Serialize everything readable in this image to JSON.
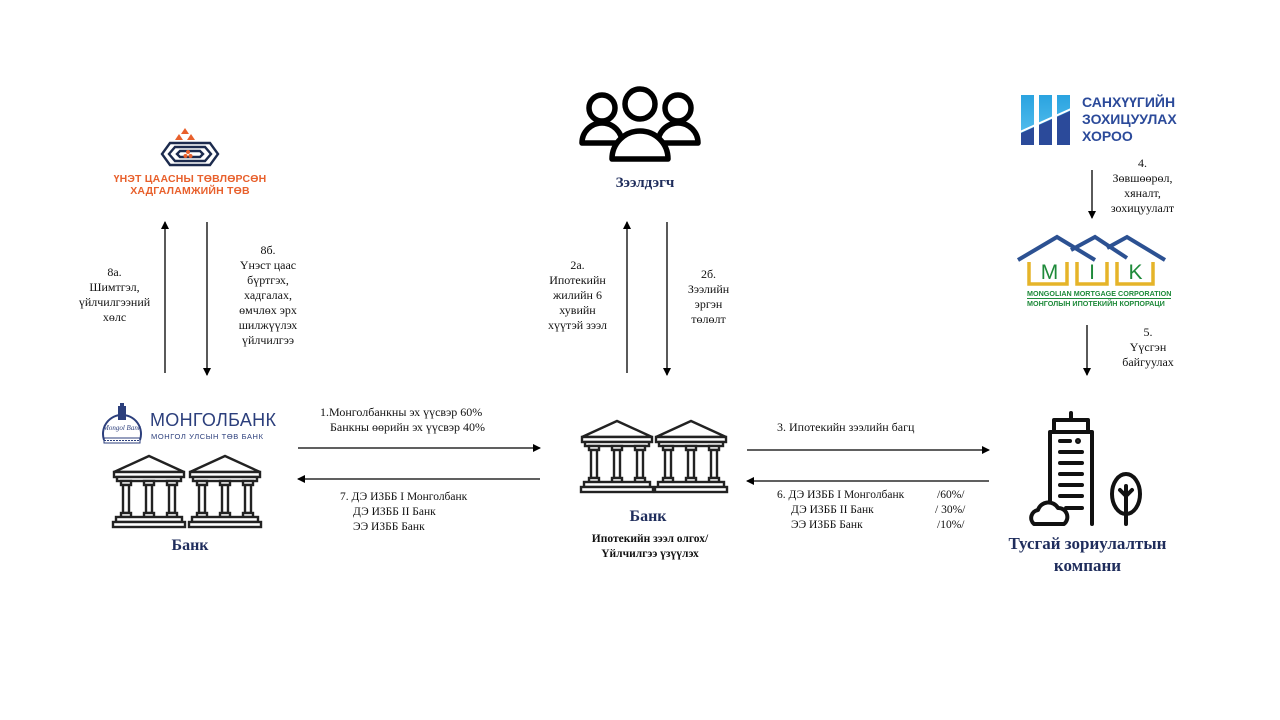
{
  "diagram": {
    "title_color": "#1f2d5c",
    "nodes": {
      "depository": {
        "logo_line1": "ҮНЭТ ЦААСНЫ ТӨВЛӨРСӨН",
        "logo_line2": "ХАДГАЛАМЖИЙН ТӨВ",
        "logo_color": "#e8602c",
        "logo_navy": "#1c2b4e"
      },
      "borrower": {
        "icon": "users-group-icon",
        "title": "Зээлдэгч"
      },
      "regulator": {
        "logo_line1": "САНХҮҮГИЙН",
        "logo_line2": "ЗОХИЦУУЛАХ",
        "logo_line3": "ХОРОО",
        "logo_color": "#2b4a9a",
        "logo_light": "#2aa3e0"
      },
      "mik": {
        "letters": [
          "M",
          "I",
          "K"
        ],
        "line1": "MONGOLIAN MORTGAGE CORPORATION",
        "line2": "МОНГОЛЫН ИПОТЕКИЙН КОРПОРАЦИ",
        "roof_color": "#2c5192",
        "frame_color": "#e5b429",
        "letter_color": "#1e8a3a"
      },
      "mongolbank": {
        "logo_name": "МОНГОЛБАНК",
        "logo_sub": "МОНГОЛ УЛСЫН ТӨВ БАНК",
        "title": "Банк",
        "logo_color": "#2c3f7c"
      },
      "bank": {
        "title": "Банк",
        "subtitle_line1": "Ипотекийн  зээл олгох/",
        "subtitle_line2": "Үйлчилгээ  үзүүлэх"
      },
      "spv": {
        "title_line1": "Тусгай зориулалтын",
        "title_line2": "компани"
      }
    },
    "flows": {
      "f8a": [
        "8а.",
        "Шимтгэл,",
        "үйлчилгээний",
        "хөлс"
      ],
      "f8b": [
        "8б.",
        "Үнэст  цаас",
        "бүртгэх,",
        "хадгалах,",
        "өмчлөх эрх",
        "шилжүүлэх",
        "үйлчилгээ"
      ],
      "f2a": [
        "2а.",
        "Ипотекийн",
        "жилийн 6",
        "хувийн",
        "хүүтэй зээл"
      ],
      "f2b": [
        "2б.",
        "Зээлийн",
        "эргэн",
        "төлөлт"
      ],
      "f4": [
        "4.",
        "Зөвшөөрөл,",
        "хяналт,",
        "зохицуулалт"
      ],
      "f5": [
        "5.",
        "Үүсгэн",
        "байгуулах"
      ],
      "f1": [
        "1.Монголбанкны эх  үүсвэр 60%",
        "Банкны өөрийн эх үүсвэр 40%"
      ],
      "f7": [
        "7. ДЭ ИЗББ  I Монголбанк",
        "ДЭ ИЗББ  II Банк",
        "ЭЭ ИЗББ  Банк"
      ],
      "f3": [
        "3. Ипотекийн  зээлийн багц"
      ],
      "f6": {
        "rows": [
          {
            "label": "6. ДЭ ИЗББ  I Монголбанк",
            "share": "/60%/"
          },
          {
            "label": "ДЭ ИЗББ  II Банк",
            "share": "/ 30%/"
          },
          {
            "label": "ЭЭ ИЗББ  Банк",
            "share": "/10%/"
          }
        ]
      }
    }
  }
}
